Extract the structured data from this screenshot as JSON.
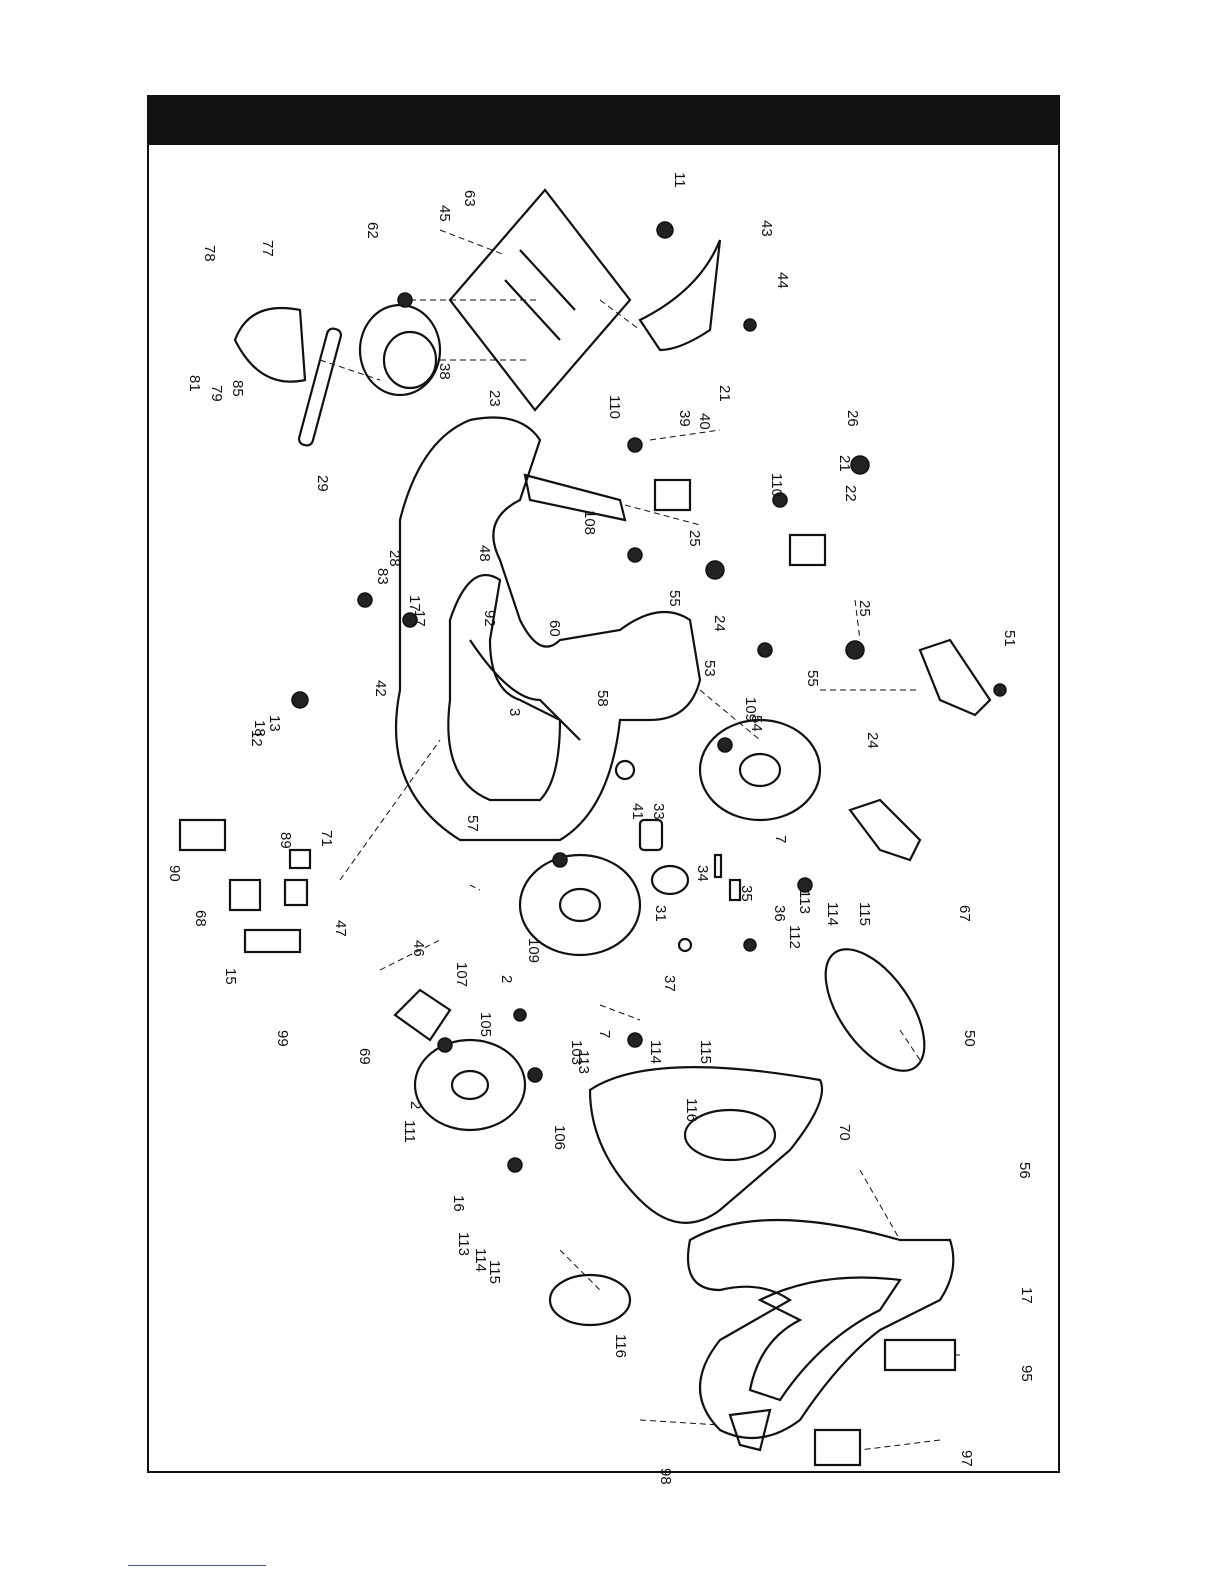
{
  "figure": {
    "header_bar_color": "#111111",
    "line_color": "#111111",
    "footer_link_color": "#3355bb"
  },
  "part_labels": [
    "81",
    "79",
    "85",
    "78",
    "77",
    "62",
    "45",
    "63",
    "11",
    "43",
    "44",
    "38",
    "29",
    "17",
    "28",
    "83",
    "48",
    "23",
    "110",
    "39",
    "40",
    "21",
    "26",
    "110",
    "22",
    "21",
    "25",
    "24",
    "55",
    "25",
    "24",
    "55",
    "53",
    "108",
    "60",
    "58",
    "18",
    "42",
    "17",
    "92",
    "3",
    "57",
    "41",
    "33",
    "109",
    "54",
    "7",
    "113",
    "114",
    "115",
    "51",
    "67",
    "12",
    "13",
    "90",
    "89",
    "71",
    "68",
    "47",
    "15",
    "99",
    "69",
    "46",
    "105",
    "107",
    "109",
    "2",
    "31",
    "34",
    "35",
    "36",
    "37",
    "112",
    "7",
    "113",
    "114",
    "115",
    "50",
    "111",
    "2",
    "106",
    "103",
    "16",
    "113",
    "114",
    "115",
    "116",
    "116",
    "70",
    "56",
    "17",
    "95",
    "98",
    "97"
  ]
}
